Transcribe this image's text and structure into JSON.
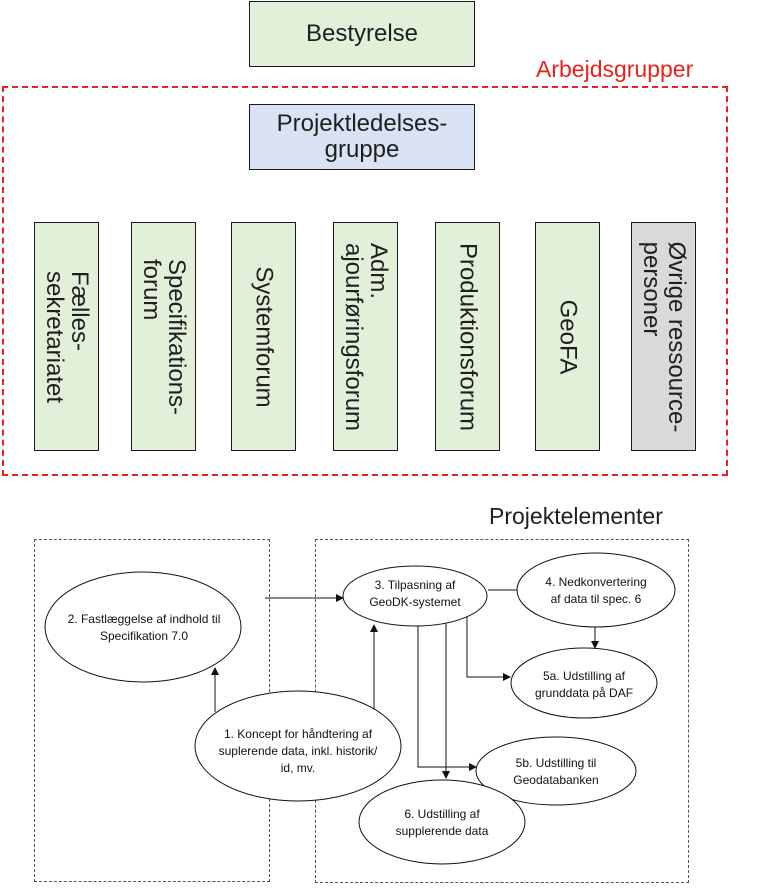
{
  "board": {
    "label": "Bestyrelse"
  },
  "working_groups": {
    "title": "Arbejdsgrupper",
    "management": {
      "label": "Projektledelses-\ngruppe"
    },
    "forums": [
      {
        "label": "Fælles-\nsekretariatet"
      },
      {
        "label": "Specifikations-\nforum"
      },
      {
        "label": "Systemforum"
      },
      {
        "label": "Adm.\najourføringsforum"
      },
      {
        "label": "Produktionsforum"
      },
      {
        "label": "GeoFA"
      },
      {
        "label": "Øvrige ressource-\npersoner"
      }
    ]
  },
  "project_elements": {
    "title": "Projektelementer",
    "nodes": {
      "n2": {
        "lines": [
          "2. Fastlæggelse af indhold til",
          "Specifikation 7.0"
        ]
      },
      "n1": {
        "lines": [
          "1. Koncept for håndtering af",
          "suplerende data, inkl. historik/",
          "id, mv."
        ]
      },
      "n3": {
        "lines": [
          "3. Tilpasning af",
          "GeoDK-systemet"
        ]
      },
      "n4": {
        "lines": [
          "4. Nedkonvertering",
          "af data til spec. 6"
        ]
      },
      "n5a": {
        "lines": [
          "5a. Udstilling af",
          "grunddata på DAF"
        ]
      },
      "n5b": {
        "lines": [
          "5b. Udstilling til",
          "Geodatabanken"
        ]
      },
      "n6": {
        "lines": [
          "6. Udstilling af",
          "supplerende data"
        ]
      }
    }
  }
}
